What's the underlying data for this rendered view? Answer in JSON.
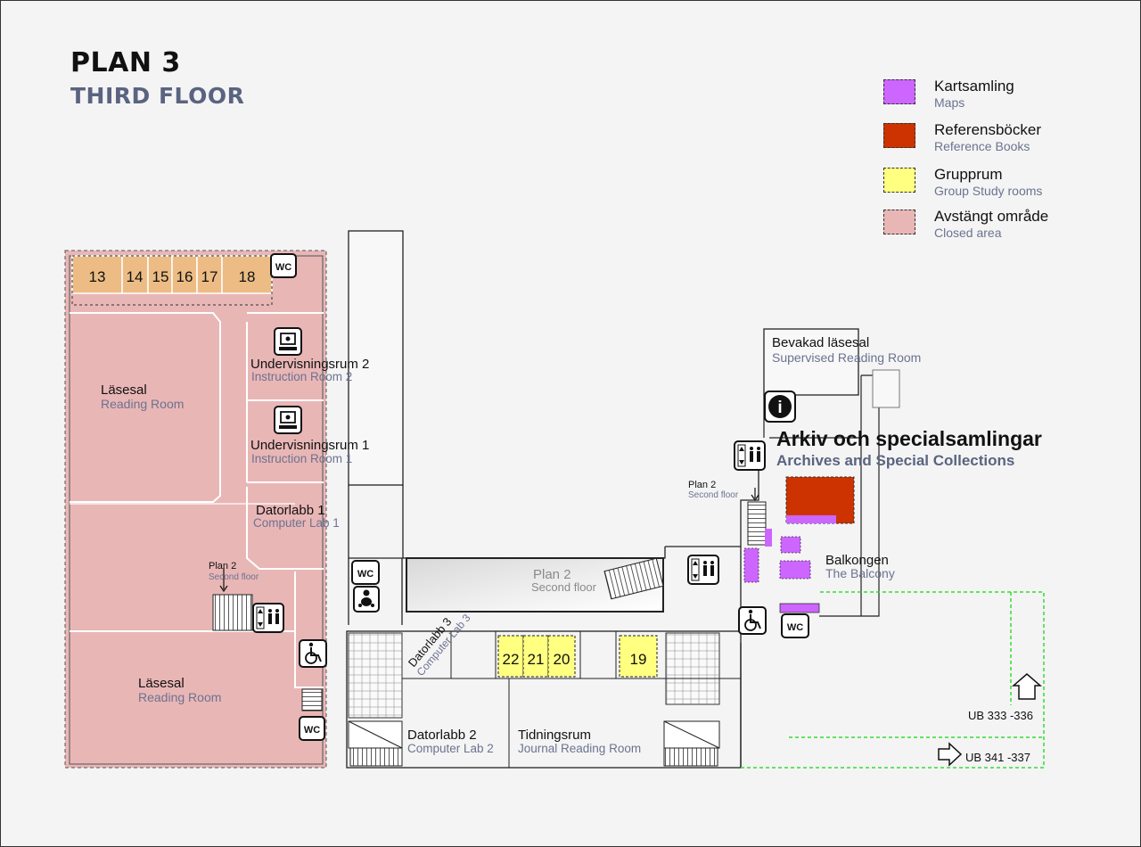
{
  "title": "PLAN 3",
  "subtitle": "THIRD FLOOR",
  "legend": [
    {
      "sv": "Kartsamling",
      "en": "Maps",
      "color": "#cc66ff"
    },
    {
      "sv": "Referensböcker",
      "en": "Reference Books",
      "color": "#cc3300"
    },
    {
      "sv": "Grupprum",
      "en": "Group Study rooms",
      "color": "#ffff80"
    },
    {
      "sv": "Avstängt område",
      "en": "Closed area",
      "color": "#e9b6b6"
    }
  ],
  "group_rooms_closed": [
    "13",
    "14",
    "15",
    "16",
    "17",
    "18"
  ],
  "group_rooms_open": [
    "22",
    "21",
    "20",
    "19"
  ],
  "rooms": {
    "reading_room_1": {
      "sv": "Läsesal",
      "en": "Reading Room"
    },
    "reading_room_2": {
      "sv": "Läsesal",
      "en": "Reading Room"
    },
    "instruction_room_2": {
      "sv": "Undervisningsrum 2",
      "en": "Instruction Room 2"
    },
    "instruction_room_1": {
      "sv": "Undervisningsrum 1",
      "en": "Instruction Room 1"
    },
    "computer_lab_1": {
      "sv": "Datorlabb 1",
      "en": "Computer Lab 1"
    },
    "computer_lab_2": {
      "sv": "Datorlabb 2",
      "en": "Computer Lab 2"
    },
    "computer_lab_3": {
      "sv": "Datorlabb 3",
      "en": "Computer Lab 3"
    },
    "journal_room": {
      "sv": "Tidningsrum",
      "en": "Journal Reading Room"
    },
    "supervised_room": {
      "sv": "Bevakad läsesal",
      "en": "Supervised Reading Room"
    },
    "archives": {
      "sv": "Arkiv och specialsamlingar",
      "en": "Archives and Special Collections"
    },
    "balcony": {
      "sv": "Balkongen",
      "en": "The Balcony"
    },
    "atrium": {
      "sv": "Plan 2",
      "en": "Second floor"
    }
  },
  "stairs_labels": {
    "left": {
      "sv": "Plan 2",
      "en": "Second floor"
    },
    "right": {
      "sv": "Plan 2",
      "en": "Second floor"
    }
  },
  "exits": {
    "up": "UB 333 -336",
    "right": "UB 341 -337"
  },
  "wc_label": "WC",
  "info_label": "i",
  "icons": [
    "wc-icon",
    "elevator-icon",
    "wheelchair-icon",
    "baby-change-icon",
    "classroom-icon",
    "info-icon",
    "stairs-icon",
    "arrow-up-icon",
    "arrow-right-icon"
  ],
  "colors": {
    "closed": "#e9b6b6",
    "group_room_closed": "#ecbc84",
    "group_room": "#ffff80",
    "maps": "#cc66ff",
    "reference": "#cc3300",
    "exit_path": "#33dd33",
    "english_text": "#6b7390"
  }
}
